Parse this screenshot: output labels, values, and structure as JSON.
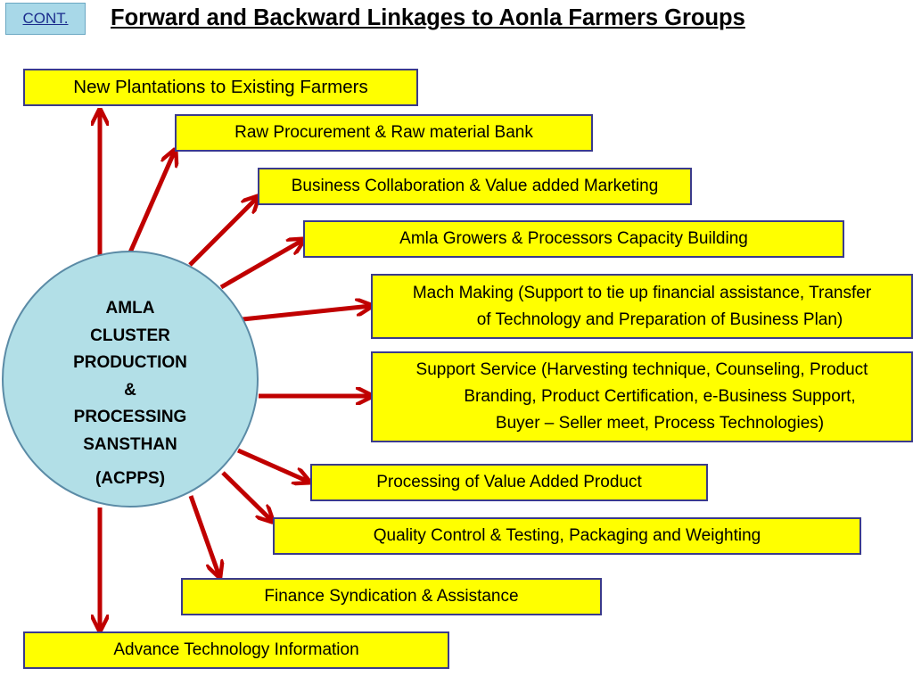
{
  "header": {
    "badge": "CONT.",
    "title": "Forward and Backward Linkages to Aonla Farmers Groups"
  },
  "center": {
    "lines": [
      "AMLA",
      "CLUSTER",
      "PRODUCTION",
      "&",
      "PROCESSING",
      "SANSTHAN"
    ],
    "abbr": "(ACPPS)"
  },
  "linkages": [
    {
      "id": "new-plantations",
      "lines": [
        "New Plantations to Existing Farmers"
      ]
    },
    {
      "id": "raw-procurement",
      "lines": [
        "Raw Procurement & Raw material Bank"
      ]
    },
    {
      "id": "business-collaboration",
      "lines": [
        "Business Collaboration & Value added Marketing"
      ]
    },
    {
      "id": "capacity-building",
      "lines": [
        "Amla Growers & Processors Capacity Building"
      ]
    },
    {
      "id": "match-making",
      "lines": [
        "Mach Making (Support to tie up financial assistance, Transfer",
        "of Technology and Preparation of Business Plan)"
      ]
    },
    {
      "id": "support-service",
      "lines": [
        "Support Service (Harvesting technique, Counseling, Product",
        "Branding, Product Certification, e-Business Support,",
        "Buyer – Seller meet, Process Technologies)"
      ]
    },
    {
      "id": "value-added-product",
      "lines": [
        "Processing of Value Added Product"
      ]
    },
    {
      "id": "quality-control",
      "lines": [
        "Quality Control & Testing, Packaging and Weighting"
      ]
    },
    {
      "id": "finance-syndication",
      "lines": [
        "Finance Syndication & Assistance"
      ]
    },
    {
      "id": "advance-technology",
      "lines": [
        "Advance Technology Information"
      ]
    }
  ],
  "colors": {
    "box_fill": "#ffff00",
    "box_border": "#3a3a8c",
    "arrow": "#c00000",
    "circle_fill": "#b2dfe7",
    "badge_fill": "#a8d8e8",
    "badge_text": "#1a2b8c"
  }
}
